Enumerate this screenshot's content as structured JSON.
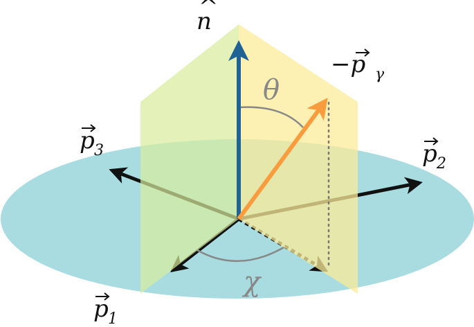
{
  "labels": {
    "normal": "n",
    "photon": "−p",
    "photon_sub": "γ",
    "p1": "p",
    "p1_sub": "1",
    "p2": "p",
    "p2_sub": "2",
    "p3": "p",
    "p3_sub": "3",
    "theta": "θ",
    "chi": "χ"
  },
  "colors": {
    "plane_disk": "#a8dce0",
    "plane_left": "#d8ec9c",
    "plane_right": "#fbeb98",
    "normal_arrow": "#1f6294",
    "photon_arrow": "#f89c3e",
    "momentum_arrow": "#111111",
    "angle_arc": "#888888",
    "projection": "#777777"
  }
}
